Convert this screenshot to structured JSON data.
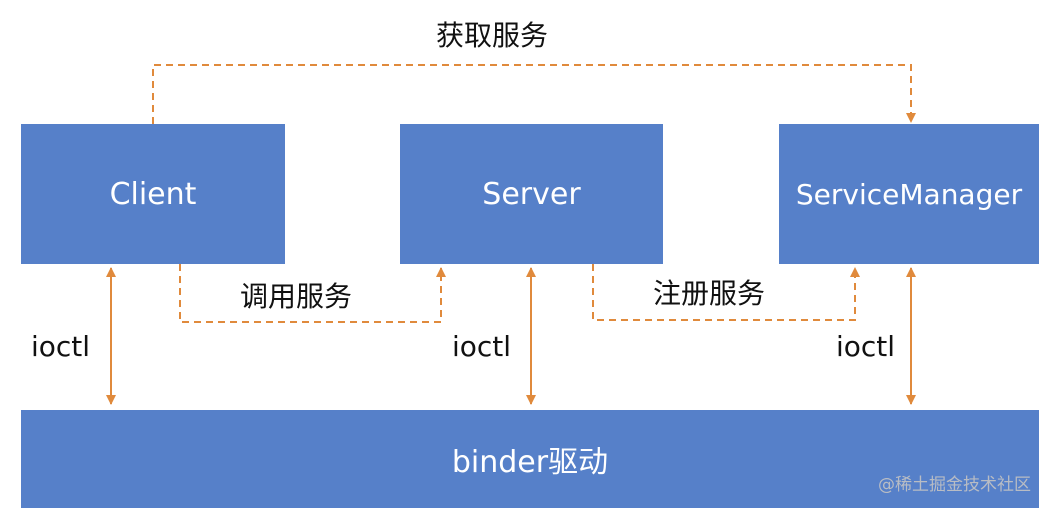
{
  "nodes": {
    "client": "Client",
    "server": "Server",
    "service_manager": "ServiceManager",
    "binder": "binder驱动"
  },
  "edges": {
    "get_service": "获取服务",
    "call_service": "调用服务",
    "register_service": "注册服务",
    "ioctl_client": "ioctl",
    "ioctl_server": "ioctl",
    "ioctl_service_manager": "ioctl"
  },
  "watermark": "@稀土掘金技术社区",
  "colors": {
    "box": "#5680c9",
    "arrow": "#e08a3c"
  }
}
